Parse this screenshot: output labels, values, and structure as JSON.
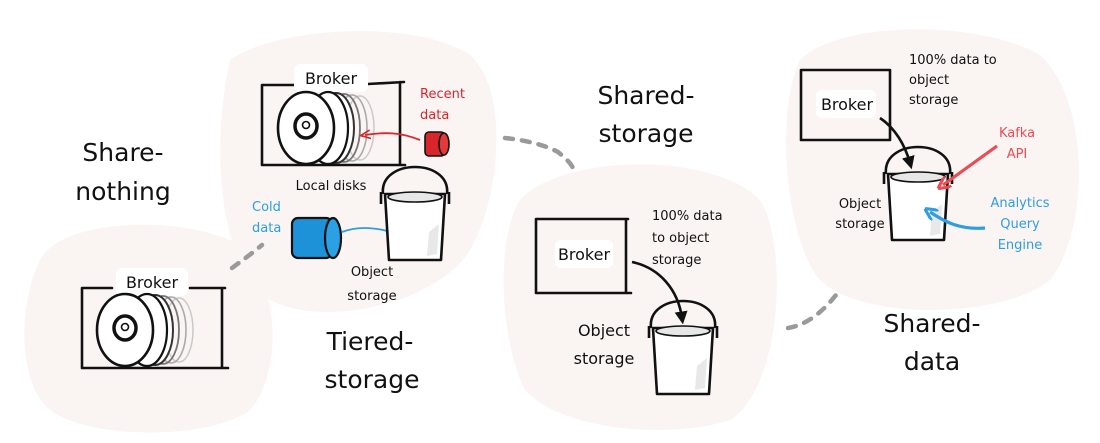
{
  "panels": {
    "share_nothing": {
      "title_line1": "Share-",
      "title_line2": "nothing",
      "broker_label": "Broker"
    },
    "tiered_storage": {
      "title_line1": "Tiered-",
      "title_line2": "storage",
      "broker_label": "Broker",
      "local_disks_label": "Local disks",
      "recent_data_line1": "Recent",
      "recent_data_line2": "data",
      "cold_data_line1": "Cold",
      "cold_data_line2": "data",
      "object_storage_line1": "Object",
      "object_storage_line2": "storage"
    },
    "shared_storage": {
      "title_line1": "Shared-",
      "title_line2": "storage",
      "broker_label": "Broker",
      "note_line1": "100% data",
      "note_line2": "to object",
      "note_line3": "storage",
      "object_storage_line1": "Object",
      "object_storage_line2": "storage"
    },
    "shared_data": {
      "title_line1": "Shared-",
      "title_line2": "data",
      "broker_label": "Broker",
      "note_line1": "100% data to",
      "note_line2": "object",
      "note_line3": "storage",
      "kafka_line1": "Kafka",
      "kafka_line2": "API",
      "analytics_line1": "Analytics",
      "analytics_line2": "Query",
      "analytics_line3": "Engine",
      "object_storage_line1": "Object",
      "object_storage_line2": "storage"
    }
  },
  "colors": {
    "recent_data": "#d8262b",
    "cold_data": "#2f9ee0",
    "kafka_api": "#ec4b54",
    "analytics": "#2f9ee0",
    "blob": "#faf4f3",
    "connector": "#9a9a9a"
  }
}
